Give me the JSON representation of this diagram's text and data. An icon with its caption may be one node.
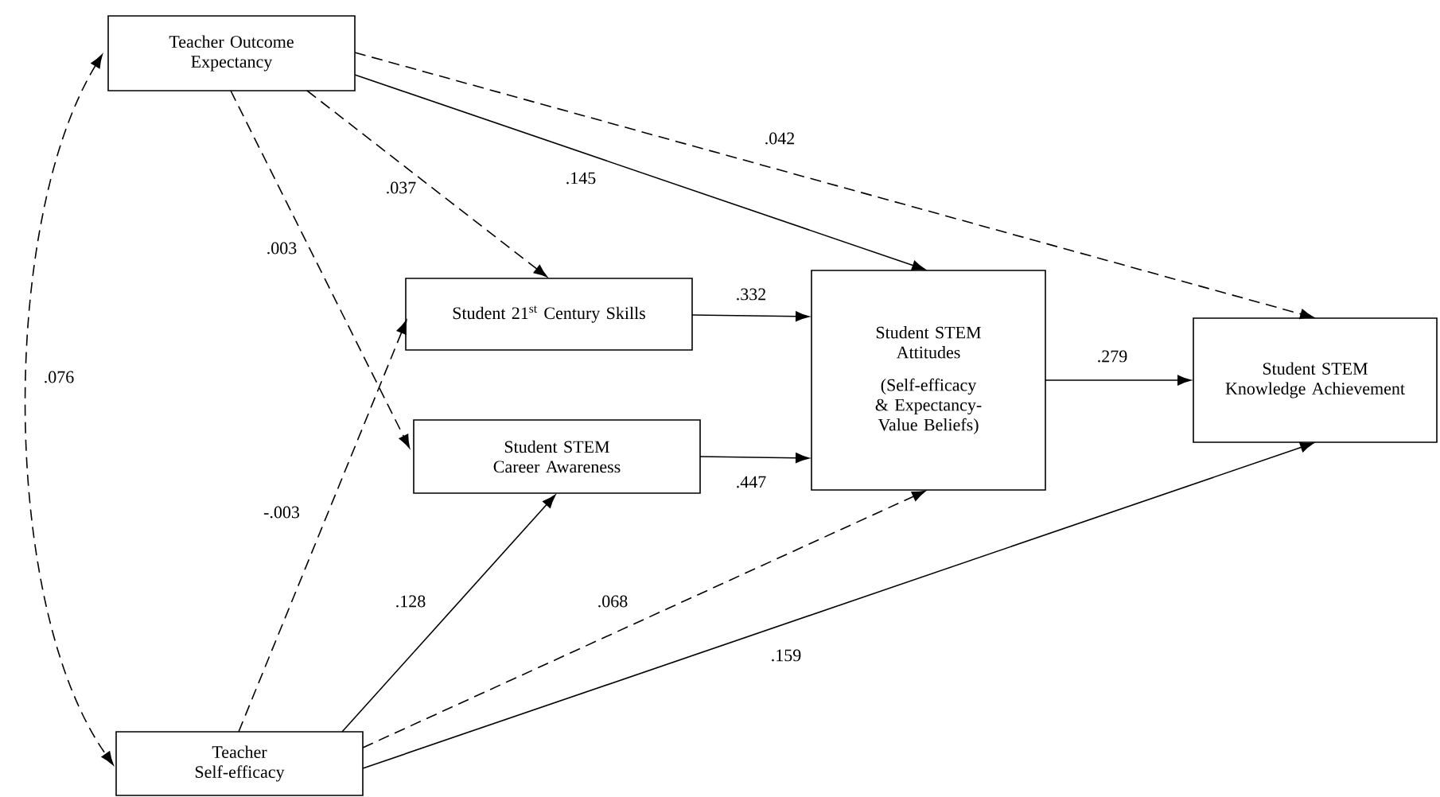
{
  "diagram": {
    "nodes": [
      {
        "text": [
          "Teacher Outcome Expectancy"
        ]
      },
      {
        "text": [
          "Student 21$^{st}$ Century Skills"
        ]
      },
      {
        "text": [
          "Student STEM Career Awareness"
        ]
      },
      {
        "text": [
          "Student STEM Attitudes",
          "(Self-efficacy & Expectancy-Value Beliefs)"
        ]
      },
      {
        "text": [
          "Student STEM Knowledge Achievement"
        ]
      },
      {
        "text": [
          "Teacher Self-efficacy"
        ]
      }
    ],
    "edges": [
      {
        "from": 0,
        "to": 5,
        "arrow": "both",
        "style": "dashed",
        "label": ".076"
      },
      {
        "from": 0,
        "to": 1,
        "arrow": "to",
        "style": "dashed",
        "label": ".037"
      },
      {
        "from": 0,
        "to": 2,
        "arrow": "to",
        "style": "dashed",
        "label": ".003"
      },
      {
        "from": 0,
        "to": 3,
        "arrow": "to",
        "label": ".145"
      },
      {
        "from": 0,
        "to": 4,
        "arrow": "to",
        "style": "dashed",
        "label": ".042"
      },
      {
        "from": 1,
        "to": 3,
        "arrow": "to",
        "label": ".332"
      },
      {
        "from": 2,
        "to": 3,
        "arrow": "to",
        "label": ".447"
      },
      {
        "from": 3,
        "to": 4,
        "arrow": "to",
        "label": ".279"
      },
      {
        "from": 5,
        "to": 1,
        "arrow": "to",
        "style": "dashed",
        "label": "-.003"
      },
      {
        "from": 5,
        "to": 2,
        "arrow": "to",
        "label": ".128"
      },
      {
        "from": 5,
        "to": 3,
        "arrow": "to",
        "style": "dashed",
        "label": ".068"
      },
      {
        "from": 5,
        "to": 4,
        "arrow": "to",
        "label": ".159"
      }
    ]
  }
}
